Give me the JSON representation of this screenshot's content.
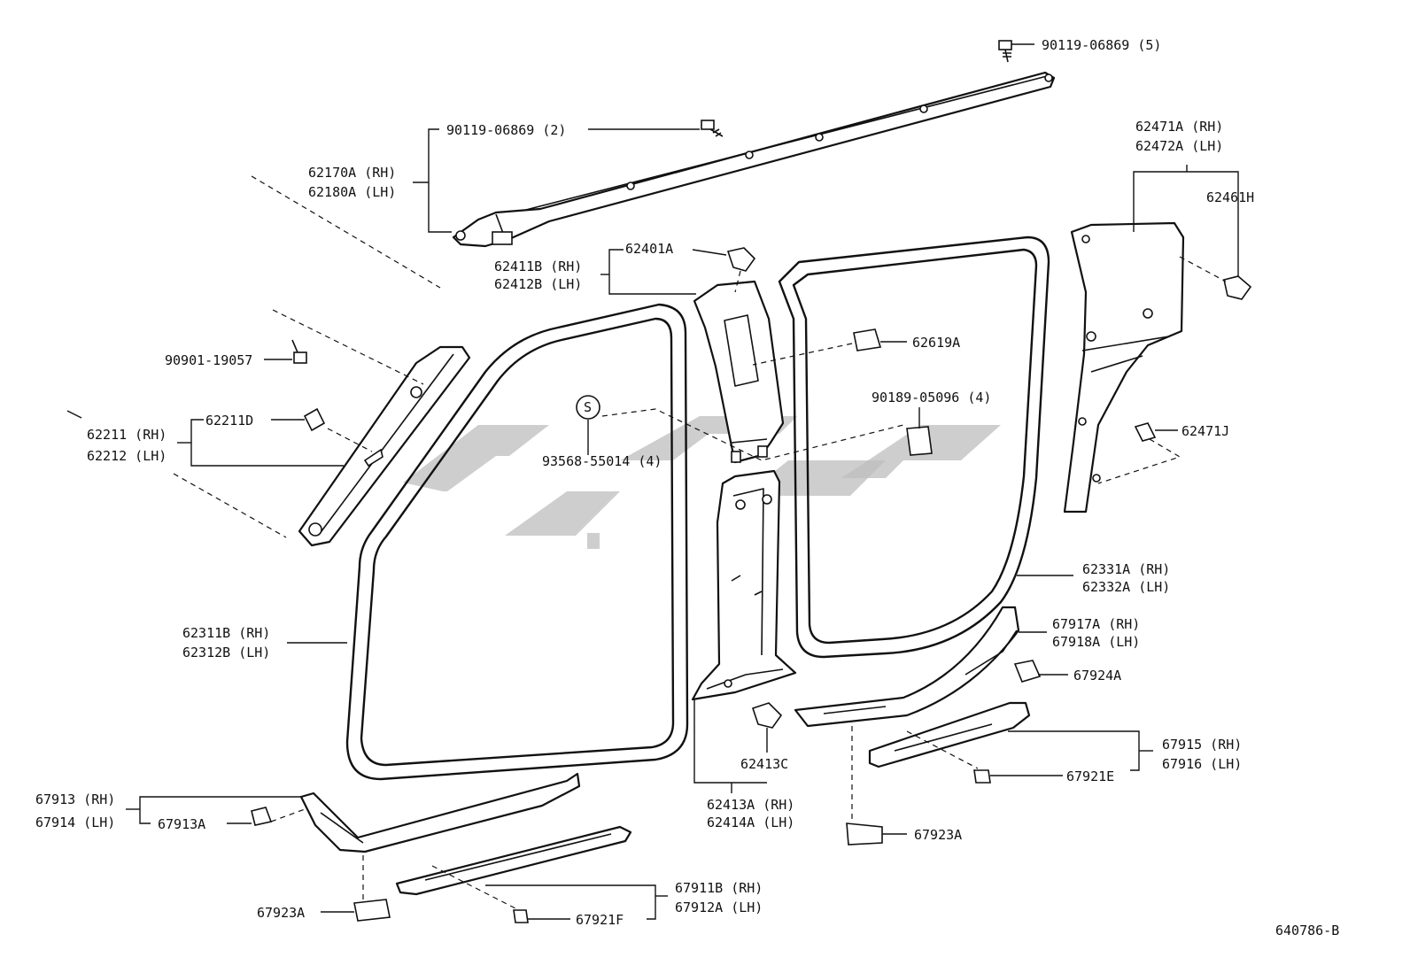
{
  "diagram_code": "640786-B",
  "labels": {
    "p90119_06869_5": "90119-06869 (5)",
    "p90119_06869_2": "90119-06869 (2)",
    "p62170A": "62170A (RH)",
    "p62180A": "62180A (LH)",
    "p62471A": "62471A (RH)",
    "p62472A": "62472A (LH)",
    "p62461H": "62461H",
    "p62401A": "62401A",
    "p62411B": "62411B (RH)",
    "p62412B": "62412B (LH)",
    "p62619A": "62619A",
    "p90901_19057": "90901-19057",
    "p62211D": "62211D",
    "p62211": "62211 (RH)",
    "p62212": "62212 (LH)",
    "s_mark": "S",
    "p93568_55014": "93568-55014 (4)",
    "p90189_05096": "90189-05096 (4)",
    "p62471J": "62471J",
    "p62331A": "62331A (RH)",
    "p62332A": "62332A (LH)",
    "p62311B": "62311B (RH)",
    "p62312B": "62312B (LH)",
    "p67917A": "67917A (RH)",
    "p67918A": "67918A (LH)",
    "p67924A": "67924A",
    "p67915": "67915 (RH)",
    "p67916": "67916 (LH)",
    "p62413C": "62413C",
    "p67921E": "67921E",
    "p62413A": "62413A (RH)",
    "p62414A": "62414A (LH)",
    "p67913": "67913 (RH)",
    "p67914": "67914 (LH)",
    "p67913A": "67913A",
    "p67923A_right": "67923A",
    "p67911B": "67911B (RH)",
    "p67912A": "67912A (LH)",
    "p67923A_left": "67923A",
    "p67921F": "67921F"
  }
}
